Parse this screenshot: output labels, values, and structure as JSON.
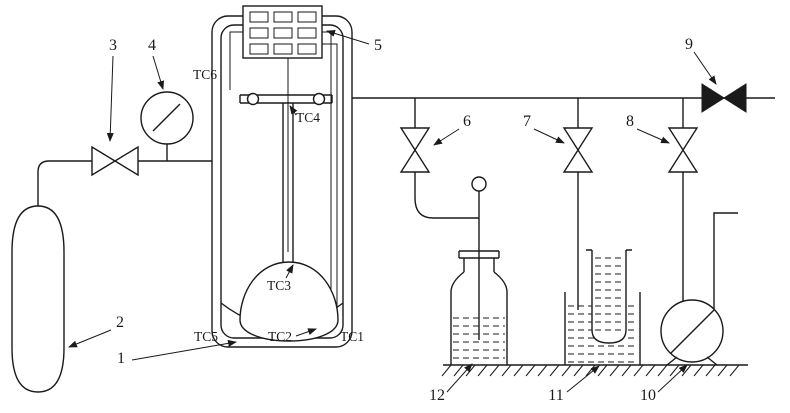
{
  "figure": {
    "bg_color": "#ffffff",
    "ink_color": "#1a1a1a",
    "callouts": {
      "c1": "1",
      "c2": "2",
      "c3": "3",
      "c4": "4",
      "c5": "5",
      "c6": "6",
      "c7": "7",
      "c8": "8",
      "c9": "9",
      "c10": "10",
      "c11": "11",
      "c12": "12"
    },
    "sensors": {
      "tc1": "TC1",
      "tc2": "TC2",
      "tc3": "TC3",
      "tc4": "TC4",
      "tc5": "TC5",
      "tc6": "TC6"
    }
  }
}
